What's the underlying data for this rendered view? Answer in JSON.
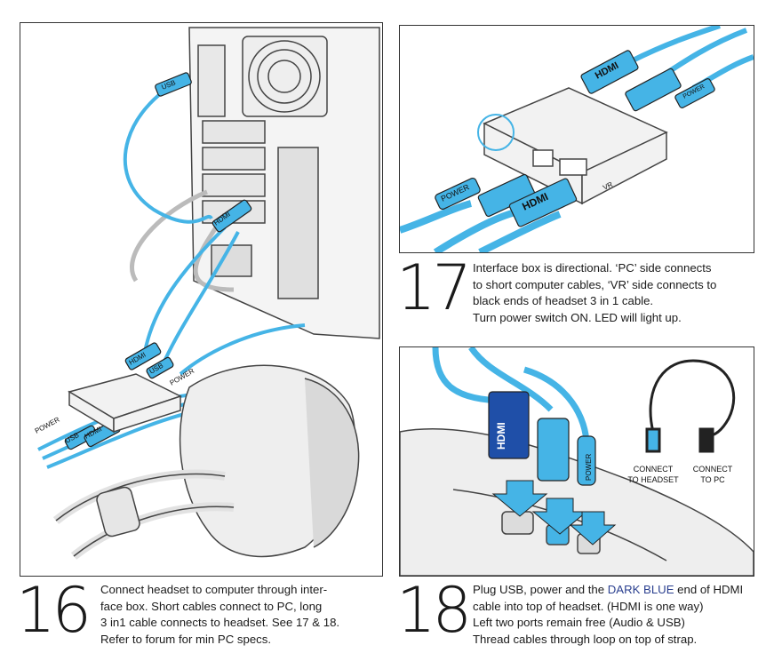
{
  "steps": [
    {
      "number": "16",
      "lines": [
        "Connect headset to computer through inter-",
        "face box. Short cables connect to PC, long",
        "3 in1 cable connects to headset. See 17 & 18.",
        "Refer to forum for min PC specs."
      ],
      "cable_labels": {
        "usb": "USB",
        "hdmi": "HDMI",
        "power": "POWER"
      }
    },
    {
      "number": "17",
      "lines": [
        "Interface box is directional. ‘PC’ side connects",
        "to short computer cables,  ‘VR’ side connects to",
        "black ends of headset 3 in 1 cable.",
        "Turn power switch ON. LED will light up."
      ],
      "cable_labels": {
        "hdmi": "HDMI",
        "power": "POWER",
        "box_side": "VR"
      }
    },
    {
      "number": "18",
      "line1_pre": "Plug USB, power and the ",
      "line1_highlight": "DARK BLUE",
      "line1_post": " end of HDMI",
      "lines_rest": [
        "cable into top of headset. (HDMI is one way)",
        "Left two ports remain free (Audio & USB)",
        "Thread cables through loop on top of strap."
      ],
      "cable_labels": {
        "hdmi": "HDMI",
        "power": "POWER"
      },
      "callouts": {
        "headset": [
          "CONNECT",
          "TO HEADSET"
        ],
        "pc": [
          "CONNECT",
          "TO PC"
        ]
      }
    }
  ],
  "colors": {
    "cable_blue": "#45b4e6",
    "dark_blue": "#1f4fa8",
    "highlight_text": "#2a3f8f",
    "outline": "#333333"
  }
}
